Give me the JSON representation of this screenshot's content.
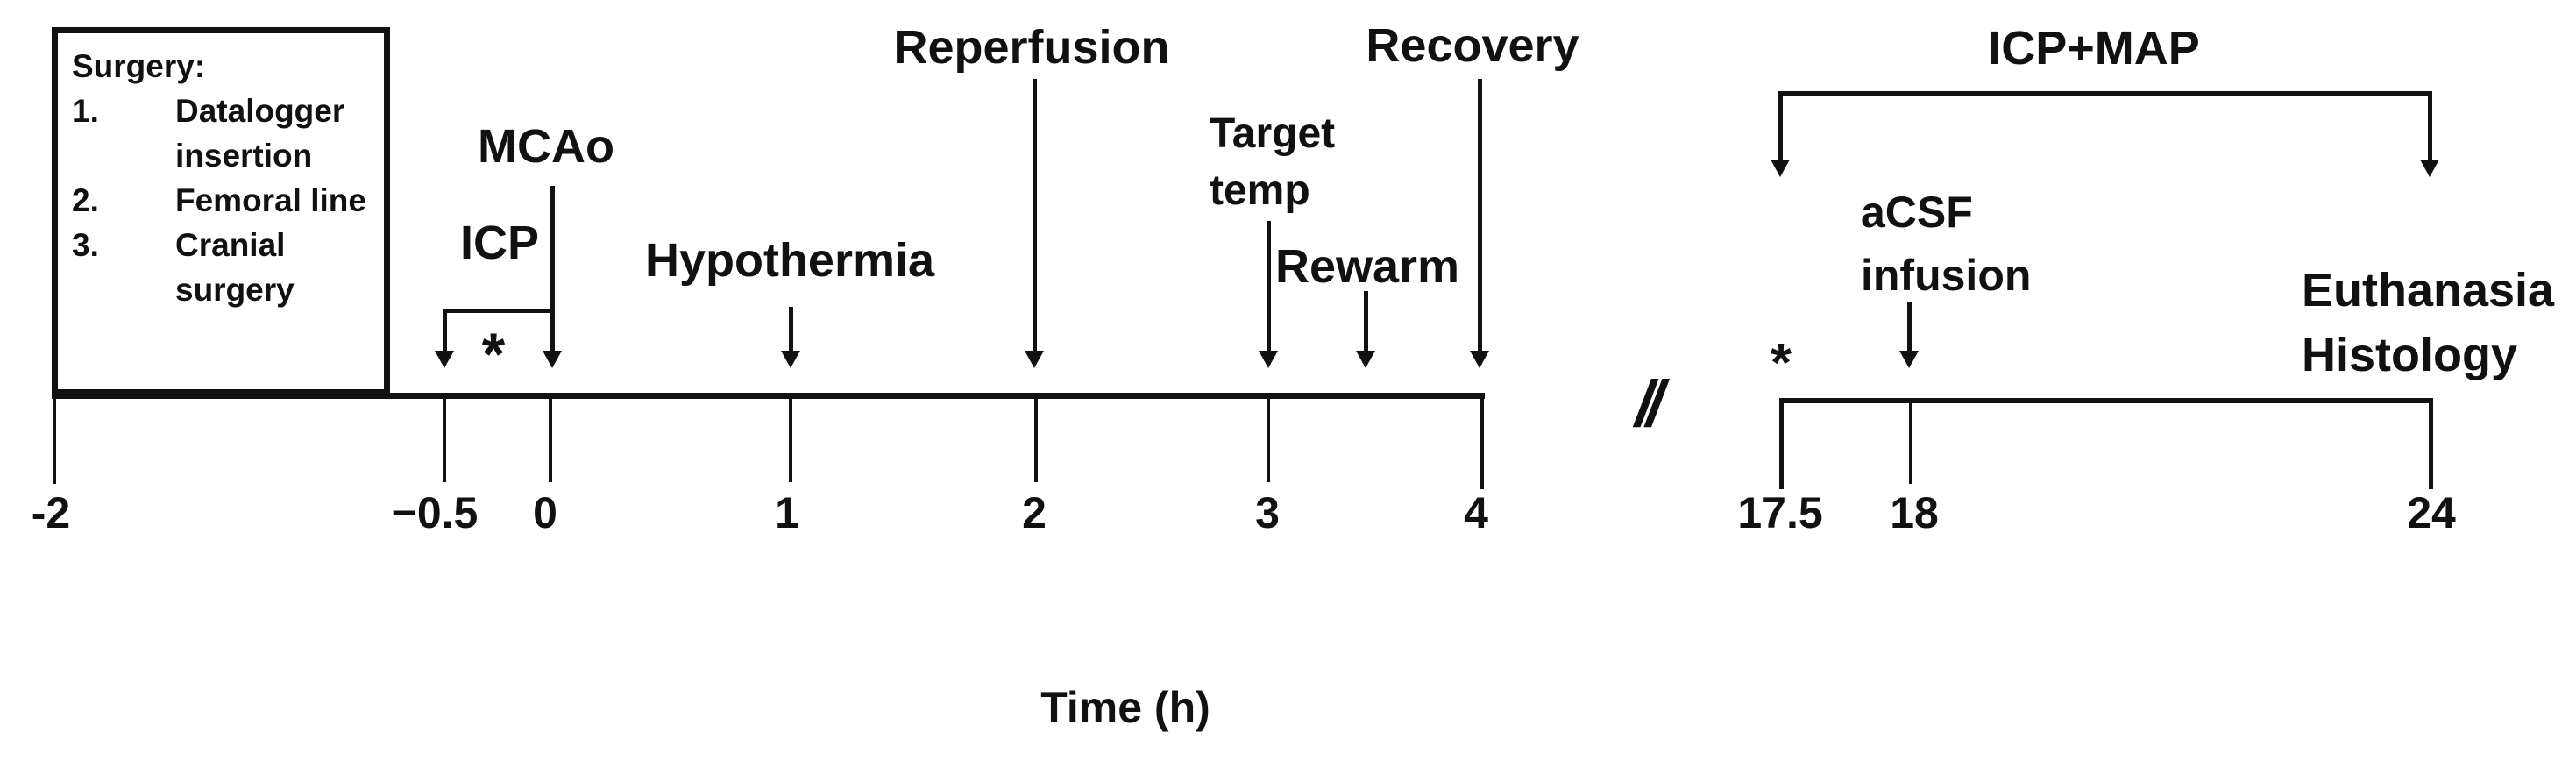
{
  "surgery_box": {
    "title": "Surgery:",
    "items": [
      {
        "number": "1.",
        "lines": [
          "Datalogger",
          "insertion"
        ]
      },
      {
        "number": "2.",
        "lines": [
          "Femoral line"
        ]
      },
      {
        "number": "3.",
        "lines": [
          "Cranial",
          "surgery"
        ]
      }
    ]
  },
  "events": {
    "mcao": {
      "label": "MCAo"
    },
    "icp": {
      "label": "ICP",
      "asterisk": "*"
    },
    "hypothermia": {
      "label": "Hypothermia"
    },
    "reperfusion": {
      "label": "Reperfusion"
    },
    "target_temp": {
      "lines": [
        "Target",
        "temp"
      ]
    },
    "rewarm": {
      "label": "Rewarm"
    },
    "recovery": {
      "label": "Recovery"
    },
    "icp_map": {
      "label": "ICP+MAP"
    },
    "acsf": {
      "lines": [
        "aCSF",
        "infusion"
      ],
      "asterisk": "*"
    },
    "euthanasia": {
      "lines": [
        "Euthanasia",
        "Histology"
      ]
    }
  },
  "axis": {
    "break_symbol": "//",
    "xlabel": "Time (h)",
    "tick_labels": [
      "-2",
      "−0.5",
      "0",
      "1",
      "2",
      "3",
      "4",
      "17.5",
      "18",
      "24"
    ]
  },
  "chart_data": {
    "type": "timeline",
    "xlabel": "Time (h)",
    "units": "hours",
    "ticks": [
      -2,
      -0.5,
      0,
      1,
      2,
      3,
      4,
      17.5,
      18,
      24
    ],
    "axis_break_between": [
      4,
      17.5
    ],
    "events": [
      {
        "time": -2,
        "label": "Surgery: 1. Datalogger insertion, 2. Femoral line, 3. Cranial surgery"
      },
      {
        "start": -0.5,
        "end": 0,
        "label": "ICP",
        "marker": "*"
      },
      {
        "time": 0,
        "label": "MCAo"
      },
      {
        "time": 1,
        "label": "Hypothermia"
      },
      {
        "time": 2,
        "label": "Reperfusion"
      },
      {
        "time": 3,
        "label": "Target temp"
      },
      {
        "time": 3.5,
        "label": "Rewarm"
      },
      {
        "time": 4,
        "label": "Recovery"
      },
      {
        "start": 17.5,
        "end": 24,
        "label": "ICP+MAP"
      },
      {
        "time": 17.5,
        "label": "*"
      },
      {
        "time": 18,
        "label": "aCSF infusion"
      },
      {
        "time": 24,
        "label": "Euthanasia Histology"
      }
    ]
  }
}
